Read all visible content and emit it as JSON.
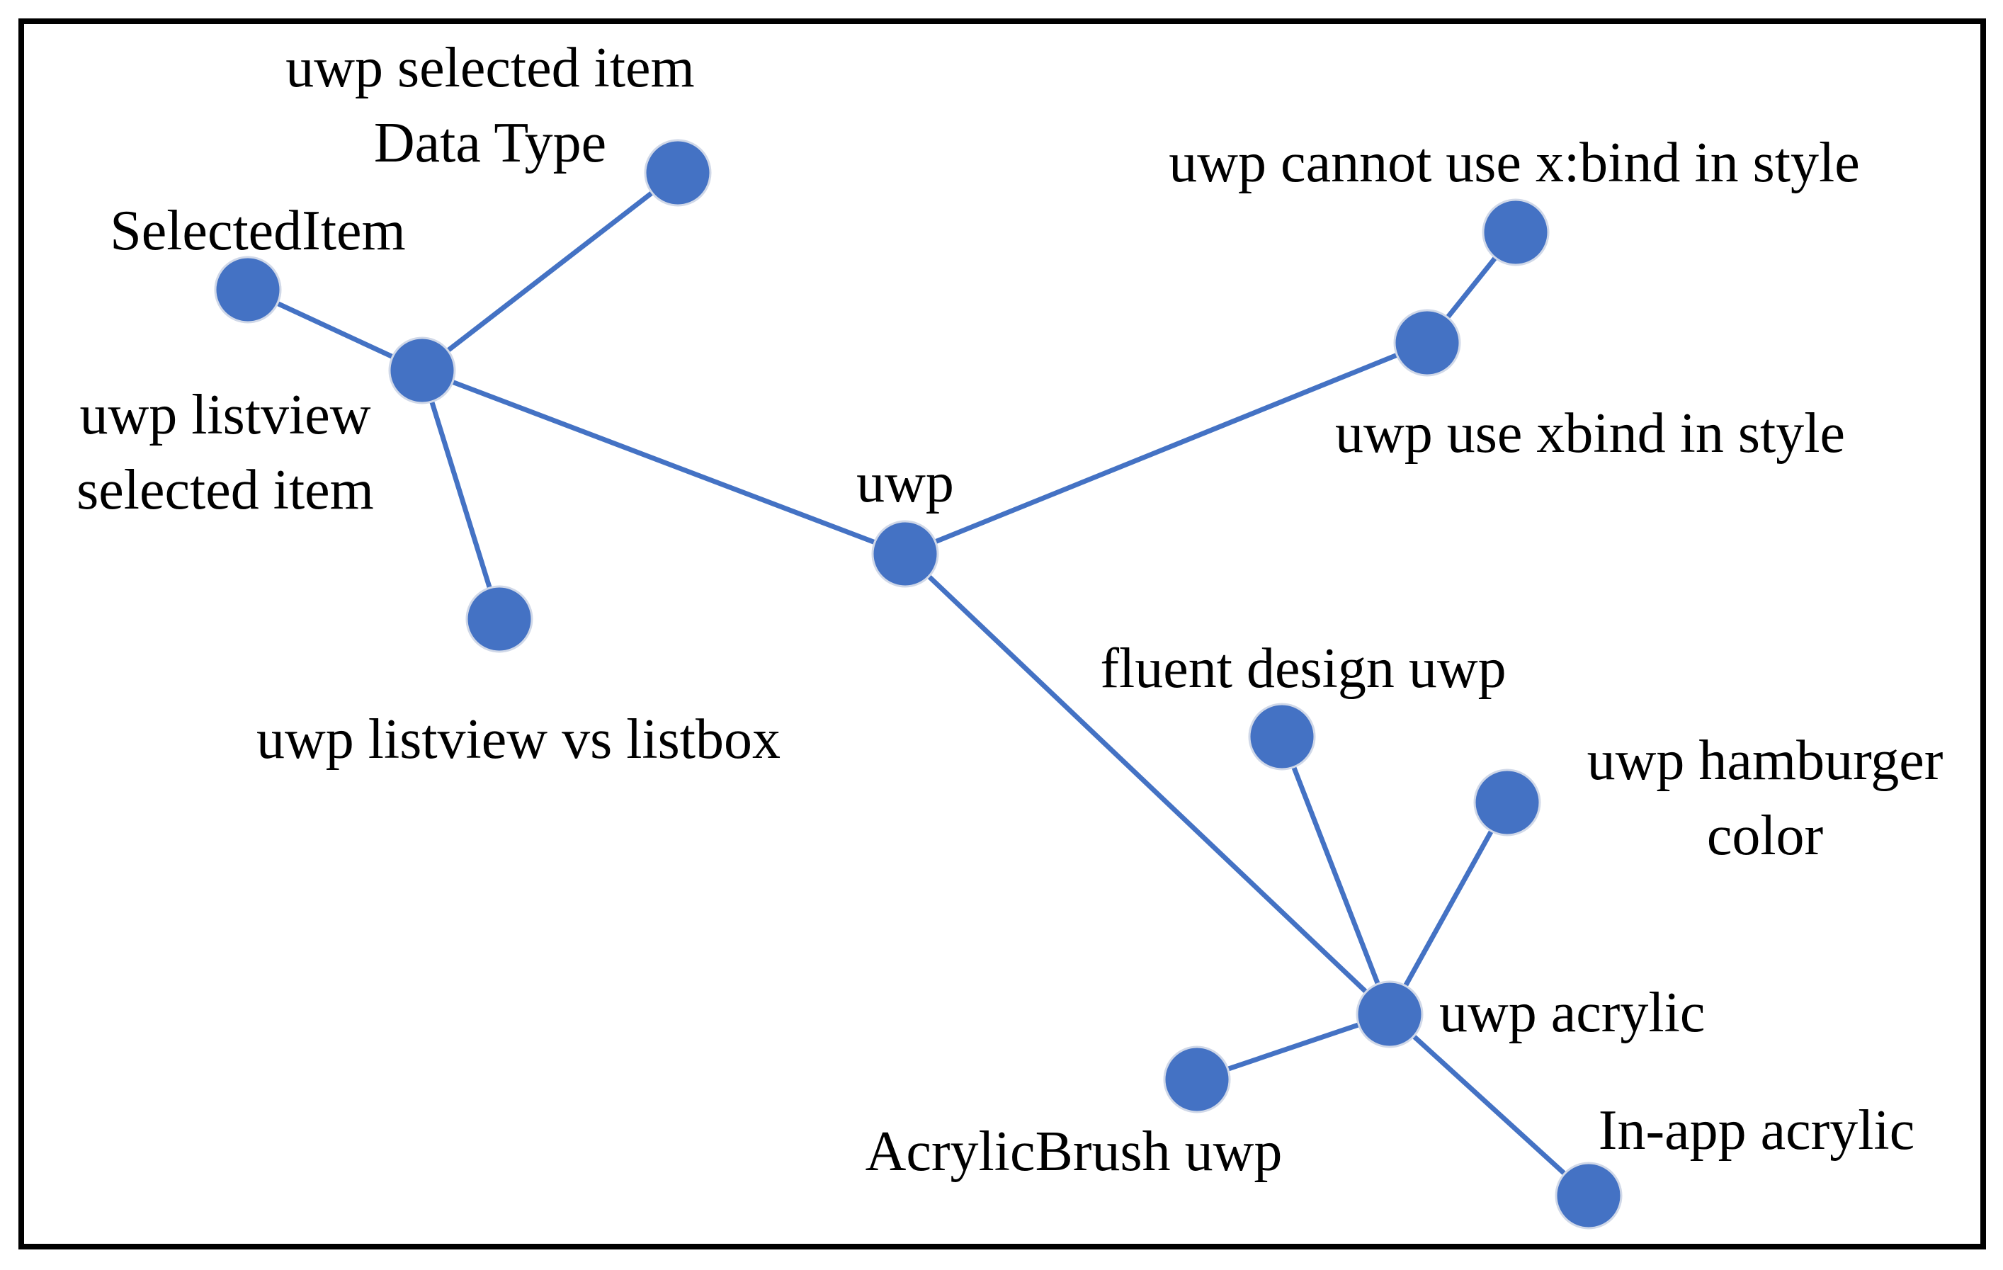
{
  "graph": {
    "nodes": [
      {
        "id": "uwp",
        "lines": [
          "uwp"
        ]
      },
      {
        "id": "listview_selected",
        "lines": [
          "uwp listview",
          "selected item"
        ]
      },
      {
        "id": "selected_datatype",
        "lines": [
          "uwp selected item",
          "Data Type"
        ]
      },
      {
        "id": "selecteditem",
        "lines": [
          "SelectedItem"
        ]
      },
      {
        "id": "listview_vs_listbox",
        "lines": [
          "uwp listview vs listbox"
        ]
      },
      {
        "id": "use_xbind",
        "lines": [
          "uwp use xbind in style"
        ]
      },
      {
        "id": "cannot_xbind",
        "lines": [
          "uwp cannot use x:bind in style"
        ]
      },
      {
        "id": "acrylic",
        "lines": [
          "uwp acrylic"
        ]
      },
      {
        "id": "fluent",
        "lines": [
          "fluent design uwp"
        ]
      },
      {
        "id": "hamburger",
        "lines": [
          "uwp hamburger",
          "color"
        ]
      },
      {
        "id": "acrylicbrush",
        "lines": [
          "AcrylicBrush uwp"
        ]
      },
      {
        "id": "inapp",
        "lines": [
          "In-app acrylic"
        ]
      }
    ],
    "edges": [
      [
        "uwp",
        "listview_selected"
      ],
      [
        "uwp",
        "use_xbind"
      ],
      [
        "uwp",
        "acrylic"
      ],
      [
        "listview_selected",
        "selected_datatype"
      ],
      [
        "listview_selected",
        "selecteditem"
      ],
      [
        "listview_selected",
        "listview_vs_listbox"
      ],
      [
        "use_xbind",
        "cannot_xbind"
      ],
      [
        "acrylic",
        "fluent"
      ],
      [
        "acrylic",
        "hamburger"
      ],
      [
        "acrylic",
        "acrylicbrush"
      ],
      [
        "acrylic",
        "inapp"
      ]
    ]
  },
  "colors": {
    "node": "#4472C4",
    "edge": "#4472C4",
    "label": "#000000",
    "border": "#000000"
  }
}
